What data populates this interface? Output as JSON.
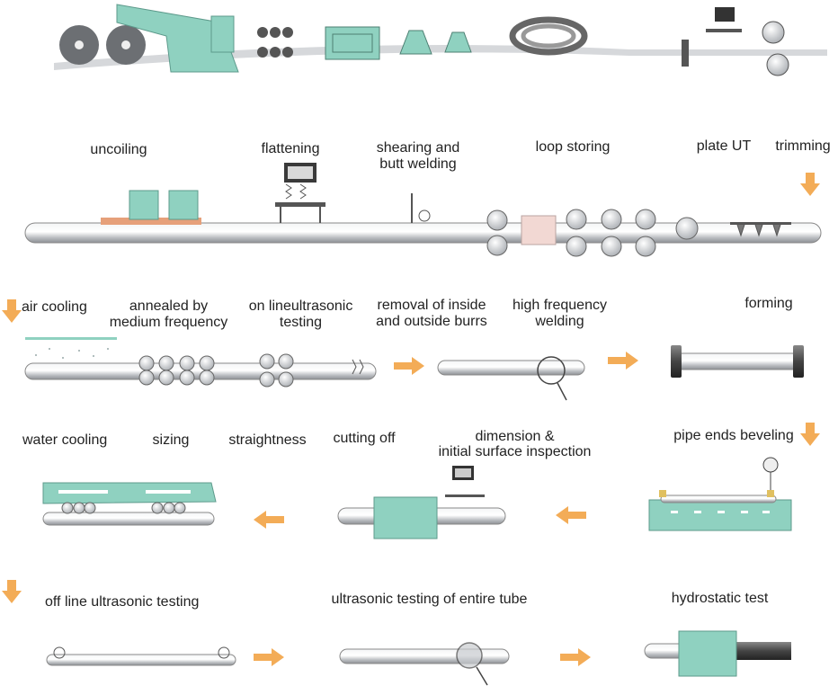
{
  "row1": {
    "uncoiling": "uncoiling",
    "flattening": "flattening",
    "shearing_1": "shearing and",
    "shearing_2": "butt welding",
    "loop_storing": "loop storing",
    "plate_ut": "plate UT",
    "trimming": "trimming"
  },
  "row2": {
    "air_cooling": "air cooling",
    "annealed_1": "annealed by",
    "annealed_2": "medium frequency",
    "online_ut_1": "on lineultrasonic",
    "online_ut_2": "testing",
    "burrs_1": "removal of inside",
    "burrs_2": "and outside burrs",
    "hf_1": "high frequency",
    "hf_2": "welding",
    "forming": "forming"
  },
  "row3": {
    "water_cooling": "water cooling",
    "sizing": "sizing",
    "straightness": "straightness",
    "cutting_off": "cutting off",
    "dimension_1": "dimension &",
    "dimension_2": "initial surface inspection",
    "beveling": "pipe ends beveling"
  },
  "row4": {
    "offline_ut": "off line ultrasonic testing",
    "entire_ut": "ultrasonic testing of entire tube",
    "hydrostatic": "hydrostatic test"
  },
  "colors": {
    "machine": "#8fd1c0",
    "arrow": "#f3ac57",
    "pipe": "#c9ccd0",
    "outline": "#555555"
  }
}
